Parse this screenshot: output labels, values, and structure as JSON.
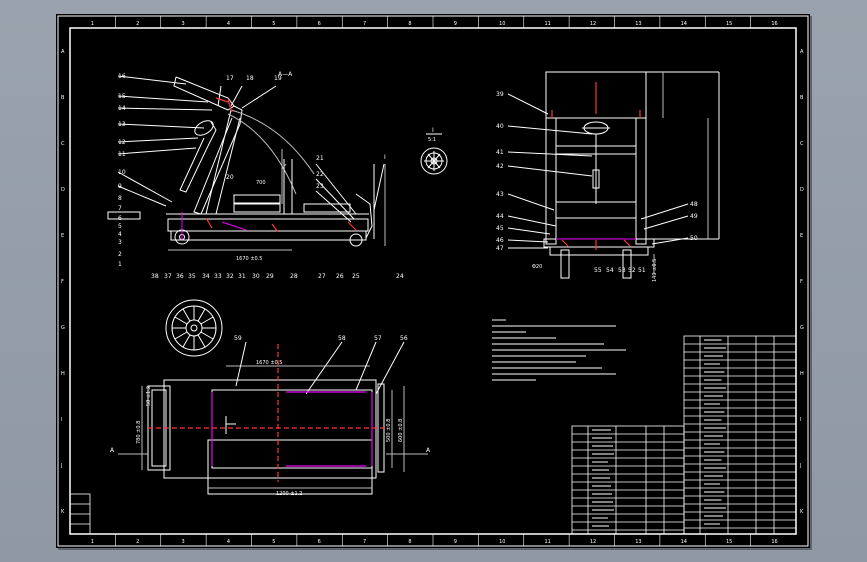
{
  "sheet": {
    "grid_columns": [
      "1",
      "2",
      "3",
      "4",
      "5",
      "6",
      "7",
      "8",
      "9",
      "10",
      "11",
      "12",
      "13",
      "14",
      "15",
      "16"
    ],
    "grid_rows": [
      "A",
      "B",
      "C",
      "D",
      "E",
      "F",
      "G",
      "H",
      "I",
      "J",
      "K"
    ]
  },
  "side_view": {
    "section_label": "A—A",
    "dim_1": "700",
    "dim_2": "1670 ±0.5",
    "part_numbers_top": [
      "16",
      "15",
      "14",
      "13",
      "12",
      "11",
      "10",
      "9",
      "8",
      "7",
      "6",
      "5",
      "4",
      "3",
      "2",
      "1",
      "17",
      "18",
      "19",
      "20",
      "21",
      "22",
      "23"
    ],
    "part_numbers_bottom": [
      "38",
      "37",
      "36",
      "35",
      "34",
      "33",
      "32",
      "31",
      "30",
      "29",
      "28",
      "27",
      "26",
      "25",
      "24"
    ]
  },
  "detail_view": {
    "label": "I",
    "scale": "5:1"
  },
  "front_view": {
    "part_numbers_left": [
      "39",
      "40",
      "41",
      "42",
      "43",
      "44",
      "45",
      "46",
      "47"
    ],
    "part_numbers_right": [
      "48",
      "49",
      "50"
    ],
    "part_numbers_bottom": [
      "55",
      "54",
      "53",
      "52",
      "51"
    ],
    "dim_bottom": "Φ20",
    "dim_right": "140 ±0.5"
  },
  "top_view": {
    "part_numbers": [
      "59",
      "58",
      "57",
      "56"
    ],
    "dim_top": "1670 ±0.5",
    "dim_bottom": "1200 ±1.2",
    "dim_left_1": "780 ±0.8",
    "dim_left_2": "50 ±1.2",
    "dim_right_1": "500 ±0.8",
    "dim_right_2": "600 ±0.8",
    "section_mark": "A"
  }
}
